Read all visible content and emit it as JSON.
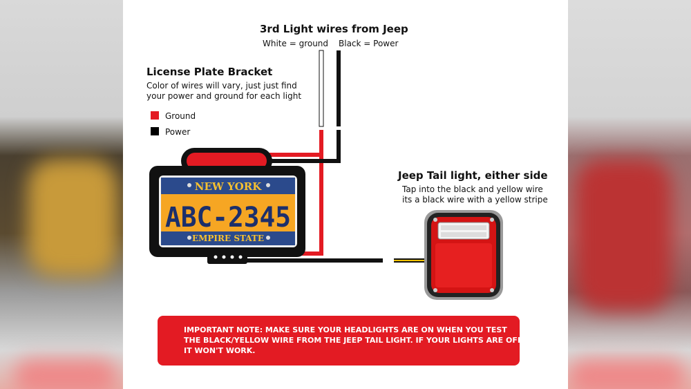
{
  "diagram": {
    "third_light": {
      "title": "3rd Light wires from Jeep",
      "white_label": "White = ground",
      "black_label": "Black = Power"
    },
    "bracket": {
      "title": "License Plate Bracket",
      "desc_line1": "Color of wires will vary, just just find",
      "desc_line2": "your power and ground for each light"
    },
    "legend": [
      {
        "label": "Ground",
        "color": "#e31b23"
      },
      {
        "label": "Power",
        "color": "#000000"
      }
    ],
    "plate": {
      "state": "NEW YORK",
      "number": "ABC-2345",
      "slogan": "EMPIRE STATE"
    },
    "tail_light": {
      "title": "Jeep Tail light, either side",
      "desc_line1": "Tap into the black and yellow wire",
      "desc_line2": "its a black wire with a yellow stripe"
    },
    "note": {
      "line1": "IMPORTANT NOTE: MAKE SURE YOUR HEADLIGHTS ARE ON WHEN YOU TEST",
      "line2": "THE BLACK/YELLOW WIRE FROM THE JEEP TAIL LIGHT. IF YOUR LIGHTS ARE OFF",
      "line3": "IT WON'T WORK."
    }
  }
}
